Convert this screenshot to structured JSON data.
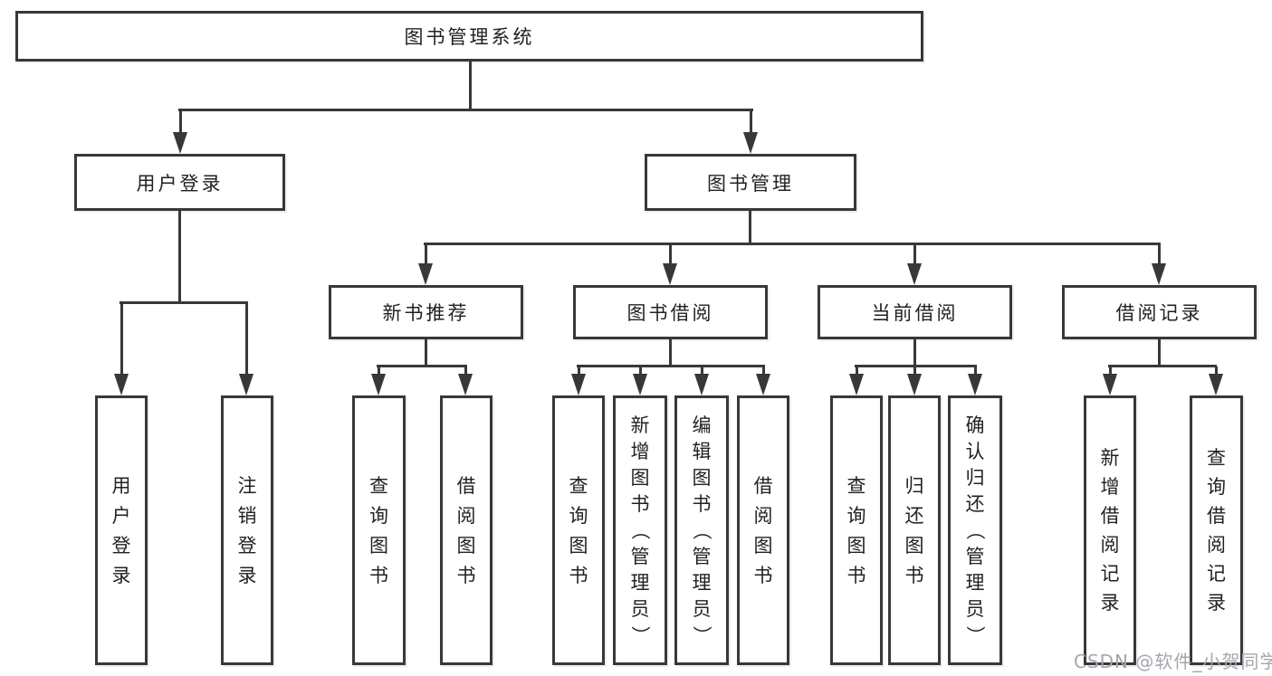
{
  "diagram": {
    "title": "图书管理系统",
    "level2": [
      {
        "label": "用户登录"
      },
      {
        "label": "图书管理"
      }
    ],
    "level3": [
      {
        "label": "新书推荐"
      },
      {
        "label": "图书借阅"
      },
      {
        "label": "当前借阅"
      },
      {
        "label": "借阅记录"
      }
    ],
    "leaves": [
      {
        "label": "用户登录"
      },
      {
        "label": "注销登录"
      },
      {
        "label": "查询图书"
      },
      {
        "label": "借阅图书"
      },
      {
        "label": "查询图书"
      },
      {
        "label": "新增图书（管理员）"
      },
      {
        "label": "编辑图书（管理员）"
      },
      {
        "label": "借阅图书"
      },
      {
        "label": "查询图书"
      },
      {
        "label": "归还图书"
      },
      {
        "label": "确认归还（管理员）"
      },
      {
        "label": "新增借阅记录"
      },
      {
        "label": "查询借阅记录"
      }
    ]
  },
  "watermark": {
    "text": "CSDN @软件_小贺同学"
  },
  "colors": {
    "line": "#383838",
    "text": "#222222",
    "watermark": "#a8a4ae",
    "background": "#ffffff"
  }
}
